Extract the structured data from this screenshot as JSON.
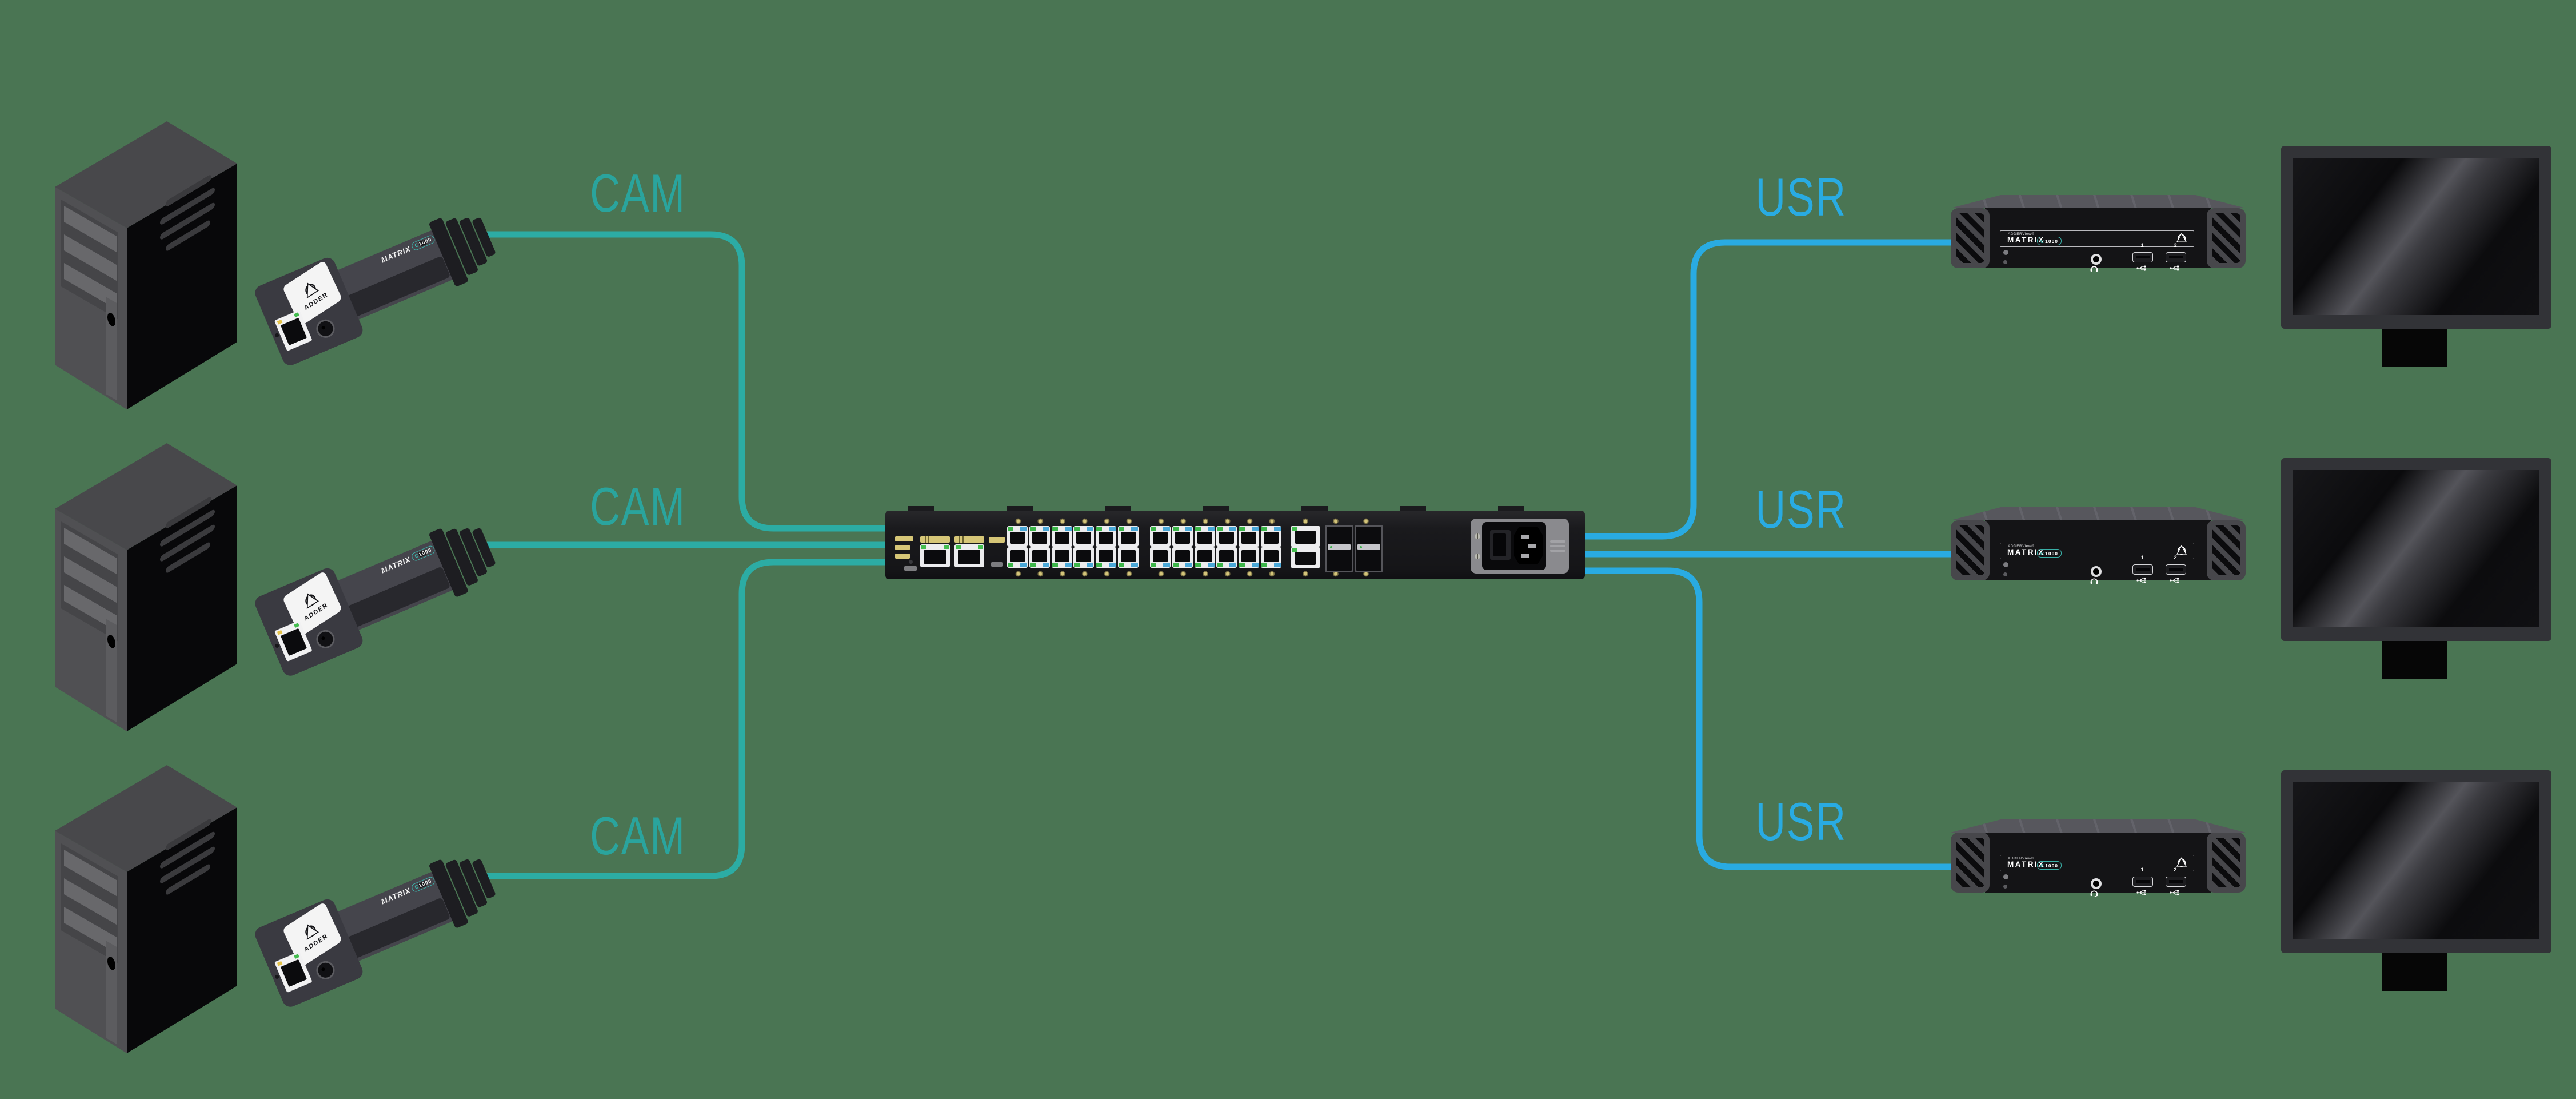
{
  "colors": {
    "background": "#4a7553",
    "cam_accent": "#2aa49d",
    "usr_accent": "#29abe2",
    "port_tab_green": "#3cb54a",
    "port_tab_blue": "#4aa8d8"
  },
  "left_rows": [
    {
      "cable_label": "CAM"
    },
    {
      "cable_label": "CAM"
    },
    {
      "cable_label": "CAM"
    }
  ],
  "right_rows": [
    {
      "cable_label": "USR"
    },
    {
      "cable_label": "USR"
    },
    {
      "cable_label": "USR"
    }
  ],
  "cam_device": {
    "brand": "ADDER",
    "model": "MATRIX",
    "badge_prefix": "C",
    "badge_digits": "1000"
  },
  "receiver_device": {
    "brand_small": "ADDERView®",
    "model": "MATRIX",
    "badge_prefix": "C",
    "badge_digits": "1000",
    "usb_port_1": "1",
    "usb_port_2": "2"
  }
}
